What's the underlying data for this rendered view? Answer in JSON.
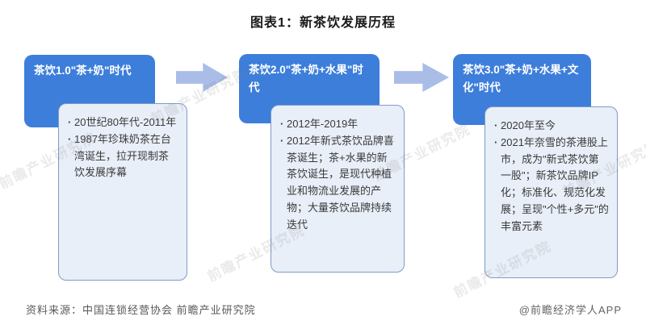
{
  "title": "图表1：新茶饮发展历程",
  "bullet_marker": "·",
  "stages": [
    {
      "header": "茶饮1.0\"茶+奶\"时代",
      "bullets": [
        "20世纪80年代-2011年",
        "1987年珍珠奶茶在台湾诞生，拉开现制茶饮发展序幕"
      ]
    },
    {
      "header": "茶饮2.0\"茶+奶+水果\"时代",
      "bullets": [
        "2012年-2019年",
        "2012年新式茶饮品牌喜茶诞生；茶+水果的新茶饮诞生，是现代种植业和物流业发展的产物；大量茶饮品牌持续迭代"
      ]
    },
    {
      "header": "茶饮3.0\"茶+奶+水果+文化\"时代",
      "bullets": [
        "2020年至今",
        "2021年奈雪的茶港股上市，成为\"新式茶饮第一股\"；新茶饮品牌IP化；标准化、规范化发展；呈现\"个性+多元\"的丰富元素"
      ]
    }
  ],
  "watermark": "前瞻产业研究院",
  "footer": {
    "source": "资料来源：中国连锁经营协会 前瞻产业研究院",
    "credit": "@前瞻经济学人APP"
  },
  "colors": {
    "stage_blue": "#3d7edb",
    "detail_fill": "#e9eff8",
    "detail_border": "#7f9cc4",
    "arrow_blue": "#a9bde7"
  }
}
